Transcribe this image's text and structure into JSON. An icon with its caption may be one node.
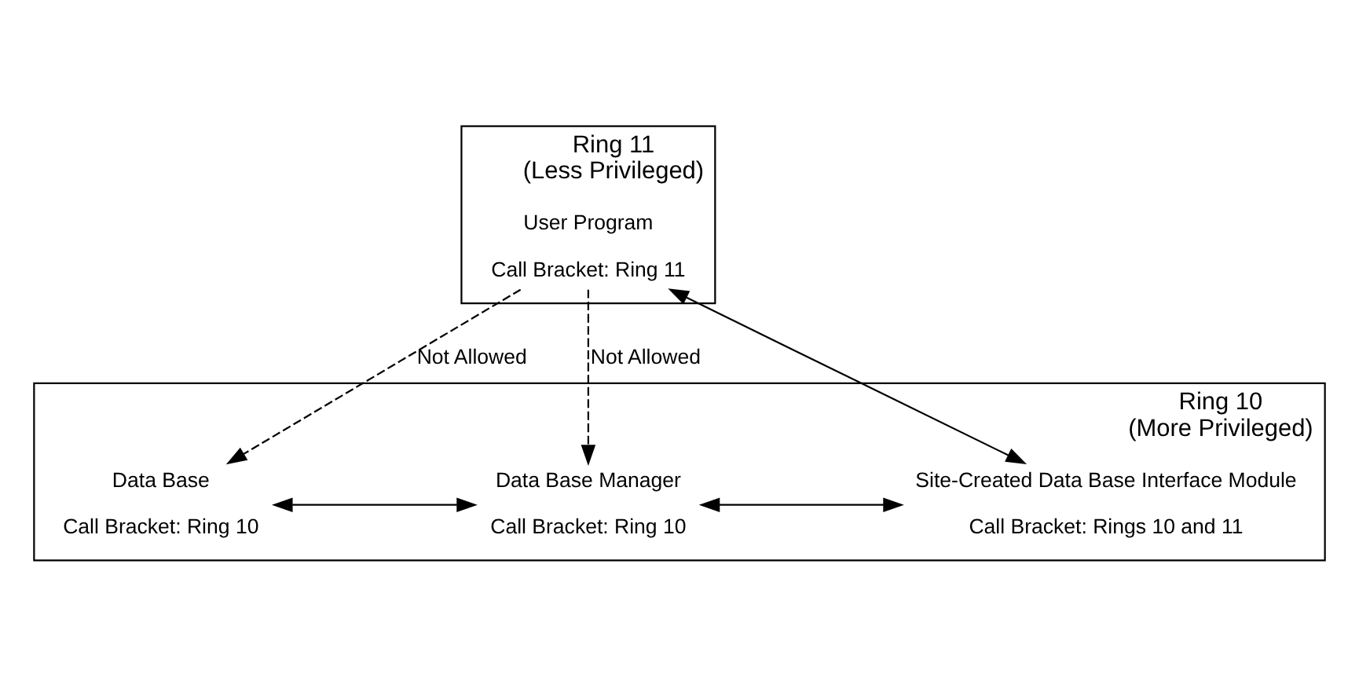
{
  "diagram": {
    "nodes": [
      {
        "text": [
          "Ring 11",
          "(Less Privileged)"
        ]
      },
      {
        "text": [
          "User Program"
        ],
        "beside": [
          "Call Bracket: Ring 11"
        ],
        "in": 0
      },
      {
        "text": [
          "Ring 10",
          "(More Privileged)"
        ]
      },
      {
        "text": [
          "Data Base"
        ],
        "beside": [
          "Call Bracket: Ring 10"
        ],
        "in": 2
      },
      {
        "text": [
          "Data Base Manager"
        ],
        "beside": [
          "Call Bracket: Ring 10"
        ],
        "in": 2
      },
      {
        "text": [
          "Site-Created Data Base Interface Module"
        ],
        "beside": [
          "Call Bracket: Rings 10 and 11"
        ],
        "in": 2
      }
    ],
    "edges": [
      {
        "from": 1,
        "to": 3,
        "arrow": "to",
        "label": "Not Allowed",
        "style": "dashed"
      },
      {
        "from": 1,
        "to": 4,
        "arrow": "to",
        "label": "Not Allowed",
        "style": "dashed"
      },
      {
        "from": 1,
        "to": 5,
        "arrow": "both"
      },
      {
        "from": 3,
        "to": 4,
        "arrow": "both"
      },
      {
        "from": 4,
        "to": 5,
        "arrow": "both"
      }
    ]
  }
}
